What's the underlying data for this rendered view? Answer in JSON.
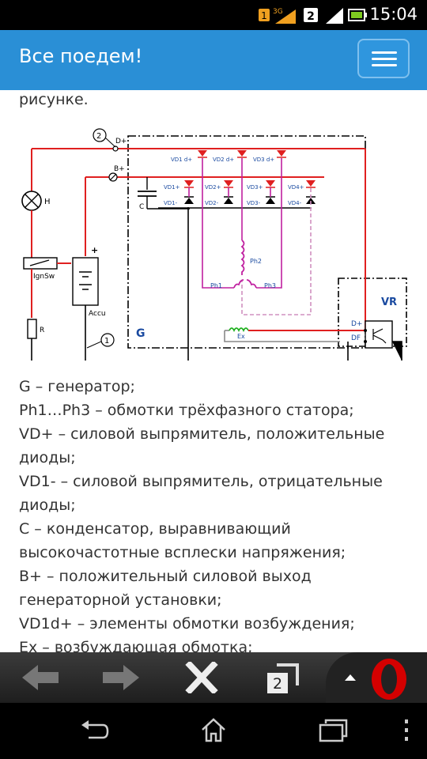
{
  "status_bar": {
    "time": "15:04",
    "network": "3G",
    "notification": "2"
  },
  "app_bar": {
    "title": "Все поедем!"
  },
  "article": {
    "top_line": "рисунке.",
    "lines": [
      "G – генератор;",
      "Ph1…Ph3 – обмотки трёхфазного статора;",
      "VD+ – силовой выпрямитель, положительные",
      "диоды;",
      "VD1- – силовой выпрямитель, отрицательные",
      "диоды;",
      "С – конденсатор, выравнивающий",
      "высокочастотные всплески напряжения;",
      "B+ – положительный силовой выход",
      "генераторной установки;",
      "VD1d+ – элементы обмотки возбуждения;",
      "Ex – возбуждающая обмотка;"
    ]
  },
  "diagram": {
    "labels": {
      "marker2": "2",
      "dplus_top": "D+",
      "bplus": "B+",
      "h": "H",
      "ignsw": "IgnSw",
      "plus": "+",
      "accu": "Accu",
      "r": "R",
      "marker1": "1",
      "c": "C",
      "g": "G",
      "vd1d": "VD1 d+",
      "vd2d": "VD2 d+",
      "vd3d": "VD3 d+",
      "vd1p": "VD1+",
      "vd2p": "VD2+",
      "vd3p": "VD3+",
      "vd4p": "VD4+",
      "vd1m": "VD1-",
      "vd2m": "VD2-",
      "vd3m": "VD3-",
      "vd4m": "VD4-",
      "ph1": "Ph1",
      "ph2": "Ph2",
      "ph3": "Ph3",
      "ex": "Ex",
      "vr": "VR",
      "dplus_vr": "D+",
      "df": "DF"
    }
  },
  "browser_toolbar": {
    "tabs_count": "2"
  }
}
